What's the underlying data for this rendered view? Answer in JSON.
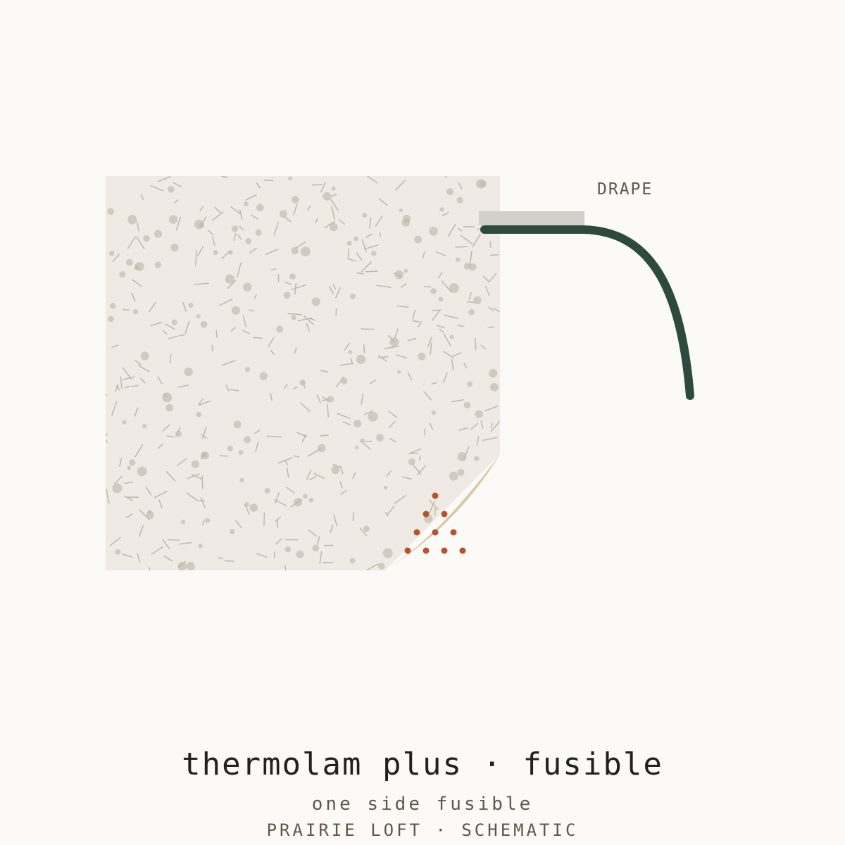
{
  "callout": {
    "label": "DRAPE"
  },
  "caption": {
    "title": "thermolam plus · fusible",
    "subtitle": "one side fusible",
    "brand": "PRAIRIE LOFT · SCHEMATIC"
  },
  "colors": {
    "background": "#fbfaf7",
    "swatch": "#efebe4",
    "fiber": "#bfb8aa",
    "curl_backing": "#dcc6a8",
    "adhesive_dots": "#b5532f",
    "drape_line": "#2d4a3e",
    "drape_band": "#d3cfca"
  },
  "icons": {
    "swatch": "batting-swatch-icon",
    "adhesive": "fusible-dot-pattern-icon",
    "drape": "drape-curve-icon"
  }
}
